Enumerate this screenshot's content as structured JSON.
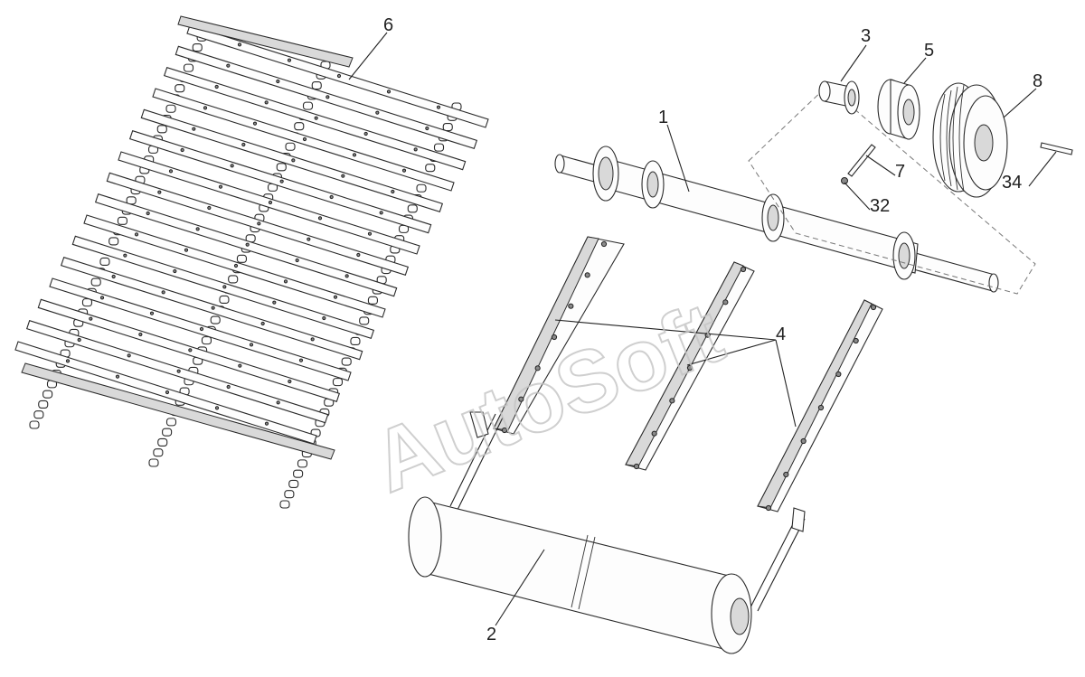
{
  "watermark": "AutoSoft",
  "callouts": {
    "c1": "1",
    "c2": "2",
    "c3": "3",
    "c4": "4",
    "c5": "5",
    "c6": "6",
    "c7": "7",
    "c8": "8",
    "c32": "32",
    "c34": "34"
  },
  "colors": {
    "line": "#222222",
    "watermark": "#c4c4c4",
    "background": "#ffffff"
  }
}
